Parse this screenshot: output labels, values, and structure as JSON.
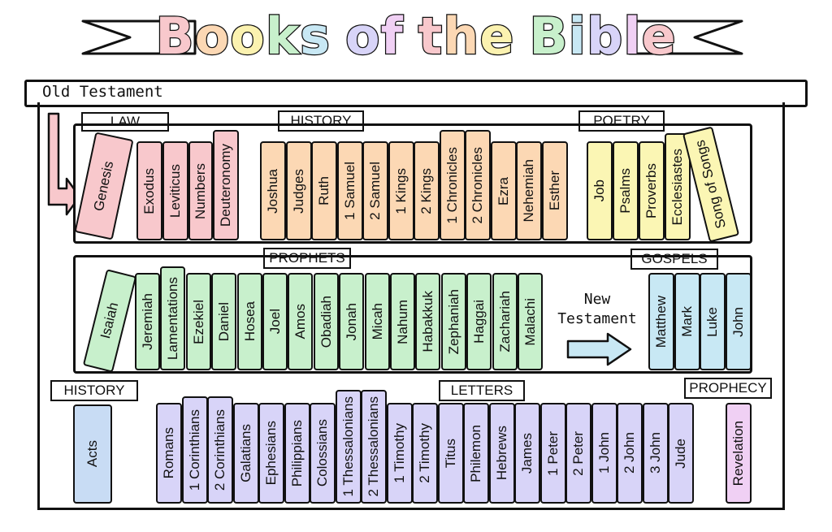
{
  "title": "Books of the Bible",
  "old_testament_label": "Old Testament",
  "new_testament_label": [
    "New",
    "Testament"
  ],
  "colors": {
    "law": "#f8c8cc",
    "history": "#fcd8b4",
    "poetry": "#fbf6b4",
    "prophets": "#c8f0cc",
    "gospels": "#c8e8f4",
    "acts": "#c8dcf4",
    "letters": "#d8d4f8",
    "prophecy": "#f0d0f4",
    "title_letters": [
      "#f8c8cc",
      "#fcd8b4",
      "#fbf2b0",
      "#c8f0cc",
      "#c8e8f4",
      "#d8d4f8",
      "#f0d0f4"
    ]
  },
  "sections": {
    "law": "LAW",
    "history_ot": "HISTORY",
    "poetry": "POETRY",
    "prophets": "PROPHETS",
    "gospels": "GOSPELS",
    "history_nt": "HISTORY",
    "letters": "LETTERS",
    "prophecy": "PROPHECY"
  },
  "books": {
    "law": [
      "Genesis",
      "Exodus",
      "Leviticus",
      "Numbers",
      "Deuteronomy"
    ],
    "history_ot": [
      "Joshua",
      "Judges",
      "Ruth",
      "1 Samuel",
      "2 Samuel",
      "1 Kings",
      "2 Kings",
      "1 Chronicles",
      "2 Chronicles",
      "Ezra",
      "Nehemiah",
      "Esther"
    ],
    "poetry": [
      "Job",
      "Psalms",
      "Proverbs",
      "Ecclesiastes",
      "Song of Songs"
    ],
    "prophets": [
      "Isaiah",
      "Jeremiah",
      "Lamentations",
      "Ezekiel",
      "Daniel",
      "Hosea",
      "Joel",
      "Amos",
      "Obadiah",
      "Jonah",
      "Micah",
      "Nahum",
      "Habakkuk",
      "Zephaniah",
      "Haggai",
      "Zachariah",
      "Malachi"
    ],
    "gospels": [
      "Matthew",
      "Mark",
      "Luke",
      "John"
    ],
    "history_nt": [
      "Acts"
    ],
    "letters": [
      "Romans",
      "1 Corinthians",
      "2 Corinthians",
      "Galatians",
      "Ephesians",
      "Philippians",
      "Colossians",
      "1 Thessalonians",
      "2 Thessalonians",
      "1 Timothy",
      "2 Timothy",
      "Titus",
      "Philemon",
      "Hebrews",
      "James",
      "1 Peter",
      "2 Peter",
      "1 John",
      "2 John",
      "3 John",
      "Jude"
    ],
    "prophecy": [
      "Revelation"
    ]
  }
}
